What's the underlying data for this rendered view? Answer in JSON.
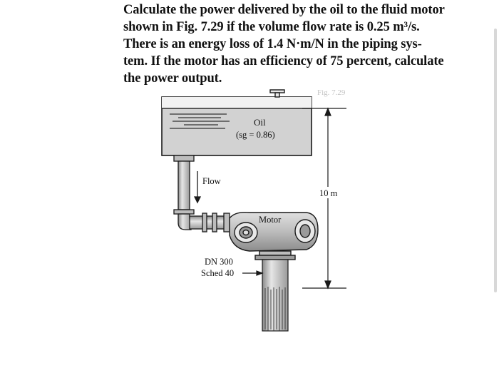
{
  "problem": {
    "lines": [
      "Calculate the power delivered by the oil to the fluid motor",
      "shown in Fig. 7.29 if the volume flow rate is 0.25 m³/s.",
      "There is an energy loss of 1.4 N·m/N in the piping sys-",
      "tem. If the motor has an efficiency of 75 percent, calculate",
      "the power output."
    ]
  },
  "figure": {
    "tank_label": "Oil",
    "tank_sg": "(sg = 0.86)",
    "flow_label": "Flow",
    "motor_label": "Motor",
    "height_label": "10 m",
    "pipe_size": "DN 300",
    "pipe_schedule": "Sched 40",
    "corner_mark": "Fig. 7.29"
  },
  "colors": {
    "tank_fill": "#d2d2d2",
    "pipe_fill": "#c8c8c8",
    "motor_fill": "#bdbdbd",
    "stroke": "#1a1a1a"
  }
}
